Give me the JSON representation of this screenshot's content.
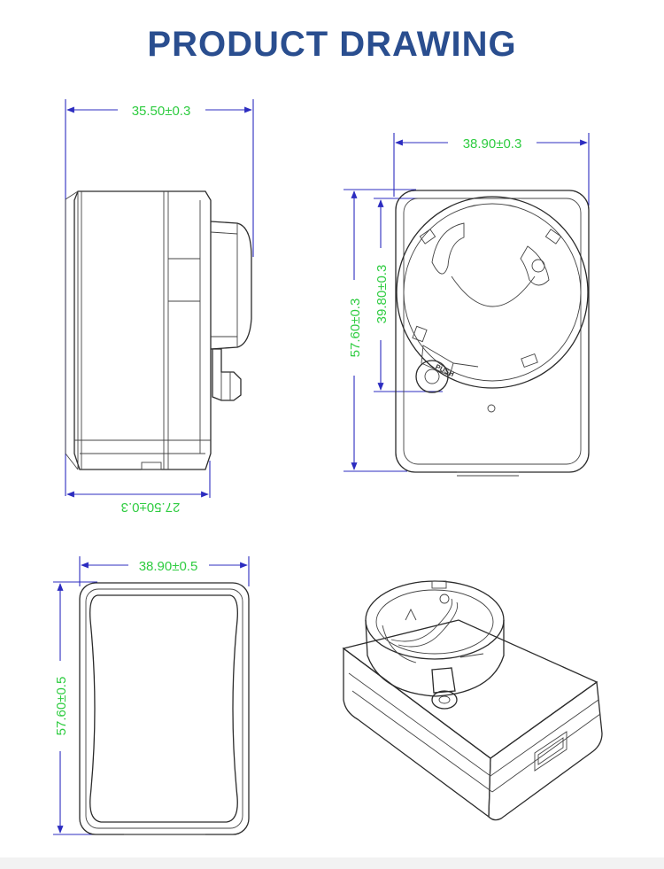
{
  "title": "PRODUCT DRAWING",
  "colors": {
    "title": "#2a4e8f",
    "dimension_text": "#2ecc40",
    "dimension_line": "#2c2cc0",
    "outline": "#2b2b2b"
  },
  "dimensions": {
    "side_width": "35.50±0.3",
    "side_depth": "27.50±0.3",
    "back_width": "38.90±0.3",
    "back_height": "57.60±0.3",
    "back_inner": "39.80±0.3",
    "front_width": "38.90±0.5",
    "front_height": "57.60±0.5"
  },
  "labels": {
    "push": "PUSH"
  }
}
